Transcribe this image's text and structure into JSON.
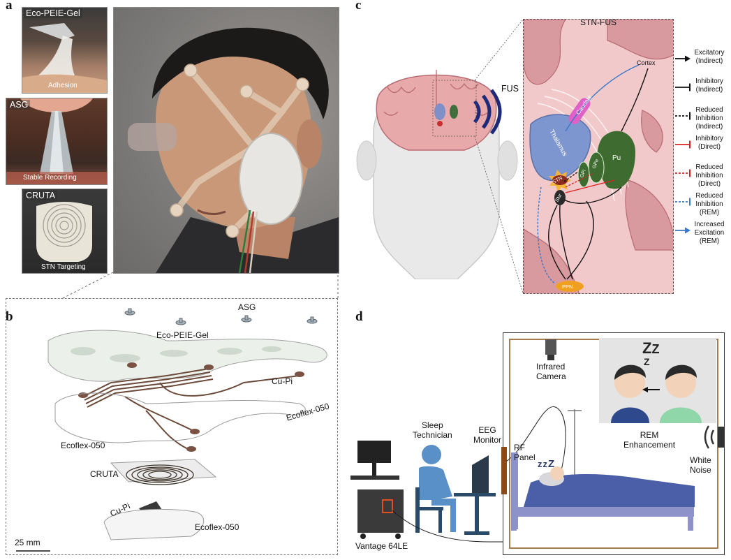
{
  "panel_labels": {
    "a": "a",
    "b": "b",
    "c": "c",
    "d": "d"
  },
  "panel_a": {
    "photo1_title": "Eco-PEIE-Gel",
    "photo1_caption": "Adhesion",
    "photo2_title": "ASG",
    "photo2_caption": "Stable Recording",
    "photo3_title": "CRUTA",
    "photo3_caption": "STN Targeting"
  },
  "panel_b": {
    "asg": "ASG",
    "gel": "Eco-PEIE-Gel",
    "cupi_top": "Cu-Pi",
    "ecoflex_right": "Ecoflex-050",
    "ecoflex_left": "Ecoflex-050",
    "cruta": "CRUTA",
    "cupi_bottom": "Cu-Pi",
    "ecoflex_bottom": "Ecoflex-050",
    "scale": "25 mm"
  },
  "panel_c": {
    "fus": "FUS",
    "title": "STN-FUS",
    "cortex": "Cortex",
    "caudate": "Caudate",
    "thalamus": "Thalamus",
    "pu": "Pu",
    "gpe": "GPe",
    "gpi": "GPi",
    "stn": "STN",
    "snr": "SNr",
    "ppn": "PPN",
    "legend": [
      {
        "text": "Excitatory\n(Indirect)",
        "color": "#111111",
        "style": "solid",
        "head": "arrow"
      },
      {
        "text": "Inhibitory\n(Indirect)",
        "color": "#111111",
        "style": "solid",
        "head": "bar"
      },
      {
        "text": "Reduced\nInhibition\n(Indirect)",
        "color": "#111111",
        "style": "dashed",
        "head": "bar"
      },
      {
        "text": "Inhibitory\n(Direct)",
        "color": "#e02020",
        "style": "solid",
        "head": "bar"
      },
      {
        "text": "Reduced\nInhibition\n(Direct)",
        "color": "#e02020",
        "style": "dashed",
        "head": "bar"
      },
      {
        "text": "Reduced\nInhibition\n(REM)",
        "color": "#3a78c8",
        "style": "dashed",
        "head": "bar"
      },
      {
        "text": "Increased\nExcitation\n(REM)",
        "color": "#3a78c8",
        "style": "solid",
        "head": "arrow"
      }
    ]
  },
  "panel_d": {
    "infrared": "Infrared\nCamera",
    "sleep_tech": "Sleep\nTechnician",
    "eeg": "EEG\nMonitor",
    "rf": "RF\nPanel",
    "rem": "REM\nEnhancement",
    "white_noise": "White\nNoise",
    "vantage": "Vantage 64LE",
    "zzz_big": "Z",
    "zzz_bed": "z"
  }
}
